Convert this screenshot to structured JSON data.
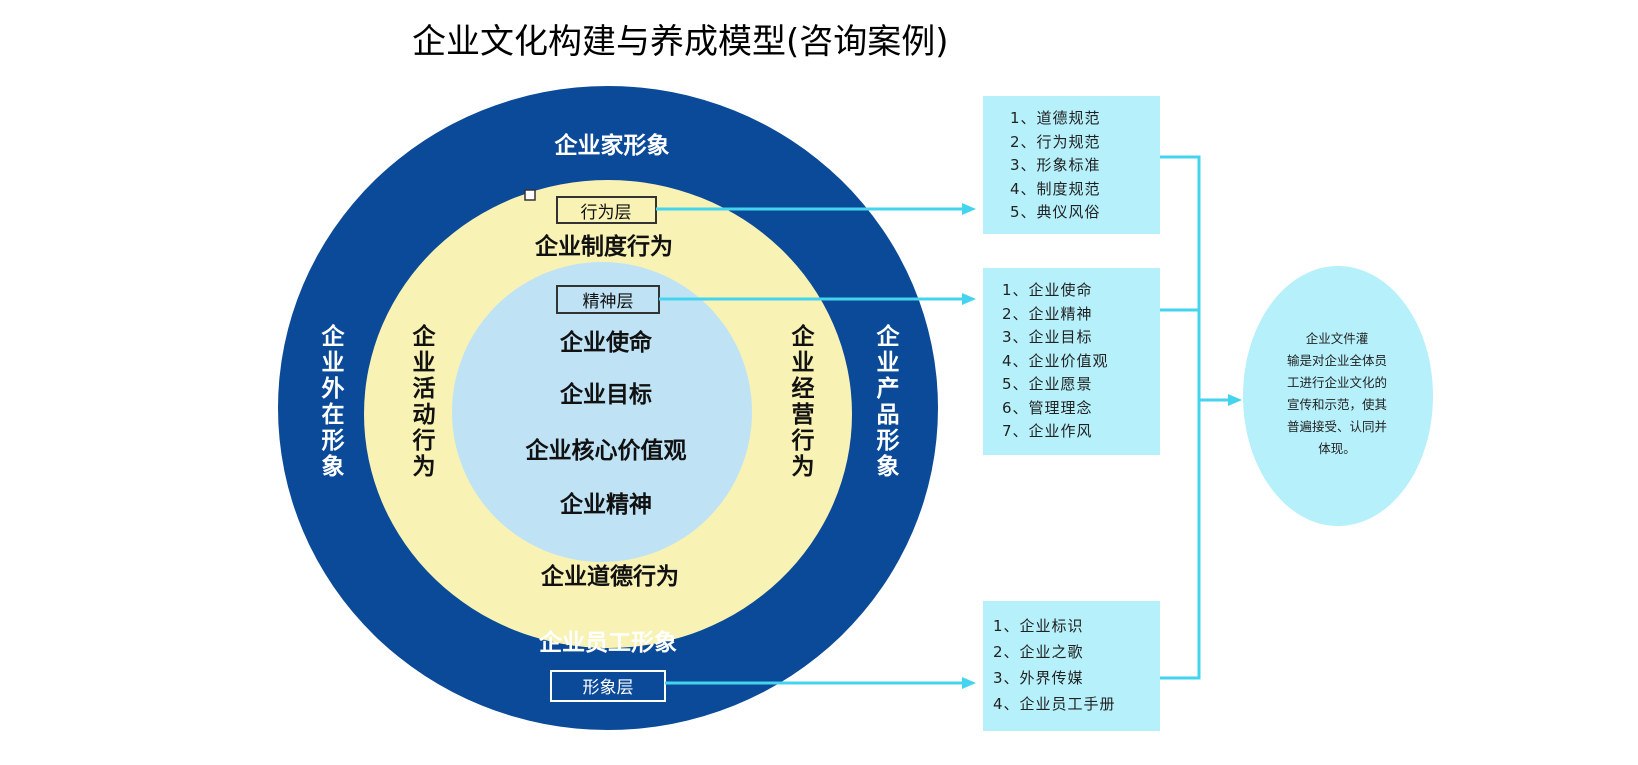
{
  "title": "企业文化构建与养成模型(咨询案例)",
  "outer_ring": {
    "top": "企业家形象",
    "bottom": "企业员工形象",
    "left": "企业外在形象",
    "right": "企业产品形象"
  },
  "middle_ring": {
    "top": "企业制度行为",
    "bottom": "企业道德行为",
    "left": "企业活动行为",
    "right": "企业经营行为"
  },
  "inner_circle": {
    "items": [
      "企业使命",
      "企业目标",
      "企业核心价值观",
      "企业精神"
    ]
  },
  "layer_labels": {
    "behavior": "行为层",
    "spirit": "精神层",
    "image": "形象层"
  },
  "boxes": {
    "behavior": [
      "1、道德规范",
      "2、行为规范",
      "3、形象标准",
      "4、制度规范",
      "5、典仪风俗"
    ],
    "spirit": [
      "1、企业使命",
      "2、企业精神",
      "3、企业目标",
      "4、企业价值观",
      "5、企业愿景",
      "6、管理理念",
      "7、企业作风"
    ],
    "image": [
      "1、企业标识",
      "2、企业之歌",
      "3、外界传媒",
      "4、企业员工手册"
    ]
  },
  "oval": {
    "lines": [
      "企业文件灌",
      "输是对企业全体员",
      "工进行企业文化的",
      "宣传和示范，使其",
      "普遍接受、认同并",
      "体现。"
    ]
  },
  "colors": {
    "outer_ring": "#0b4a98",
    "middle_ring": "#f8f2b4",
    "inner_circle": "#bfe3f5",
    "box_fill": "#b6f0fb",
    "connector": "#45d4ee"
  }
}
